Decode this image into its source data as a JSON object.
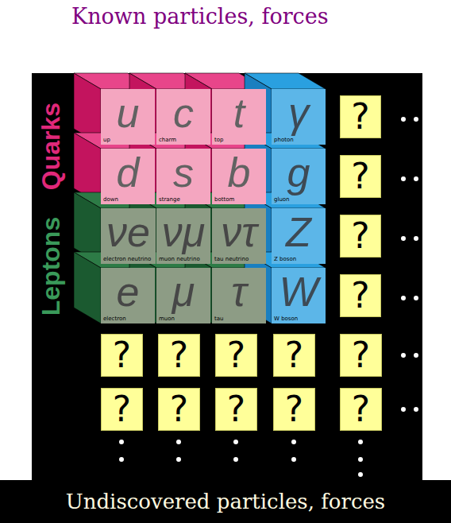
{
  "diagram": {
    "title": "Known particles, forces",
    "caption": "Undiscovered particles, forces",
    "nodes": [
      {
        "text": [
          "u",
          "up"
        ]
      },
      {
        "text": [
          "c",
          "charm"
        ]
      },
      {
        "text": [
          "t",
          "top"
        ]
      },
      {
        "text": [
          "γ",
          "photon"
        ]
      },
      {
        "text": [
          "?"
        ]
      },
      {
        "text": [
          "d",
          "down"
        ]
      },
      {
        "text": [
          "s",
          "strange"
        ]
      },
      {
        "text": [
          "b",
          "bottom"
        ]
      },
      {
        "text": [
          "g",
          "gluon"
        ]
      },
      {
        "text": [
          "?"
        ]
      },
      {
        "text": [
          "νe",
          "electron neutrino"
        ]
      },
      {
        "text": [
          "νμ",
          "muon neutrino"
        ]
      },
      {
        "text": [
          "ντ",
          "tau neutrino"
        ]
      },
      {
        "text": [
          "Z",
          "Z boson"
        ]
      },
      {
        "text": [
          "?"
        ]
      },
      {
        "text": [
          "e",
          "electron"
        ]
      },
      {
        "text": [
          "μ",
          "muon"
        ]
      },
      {
        "text": [
          "τ",
          "tau"
        ]
      },
      {
        "text": [
          "W",
          "W boson"
        ]
      },
      {
        "text": [
          "?"
        ]
      },
      {
        "text": [
          "?"
        ]
      },
      {
        "text": [
          "?"
        ]
      },
      {
        "text": [
          "?"
        ]
      },
      {
        "text": [
          "?"
        ]
      },
      {
        "text": [
          "?"
        ]
      },
      {
        "text": [
          "?"
        ]
      },
      {
        "text": [
          "?"
        ]
      },
      {
        "text": [
          "?"
        ]
      },
      {
        "text": [
          "?"
        ]
      },
      {
        "text": [
          "?"
        ]
      }
    ],
    "labels": [
      "Quarks",
      "Leptons"
    ]
  }
}
